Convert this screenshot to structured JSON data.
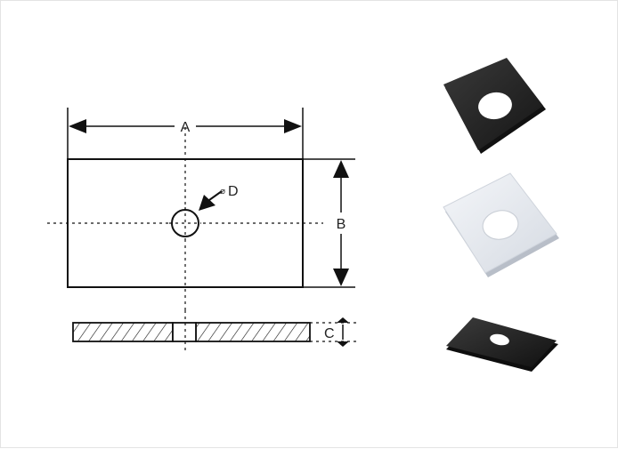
{
  "diagram": {
    "labels": {
      "length": "A",
      "width": "B",
      "thickness": "C",
      "hole_diameter": "D",
      "diameter_symbol": "⌀"
    },
    "colors": {
      "line": "#111111",
      "dark_plate": "#2a2a2a",
      "white_plate": "#eef1f5",
      "rect_plate": "#262626"
    }
  }
}
